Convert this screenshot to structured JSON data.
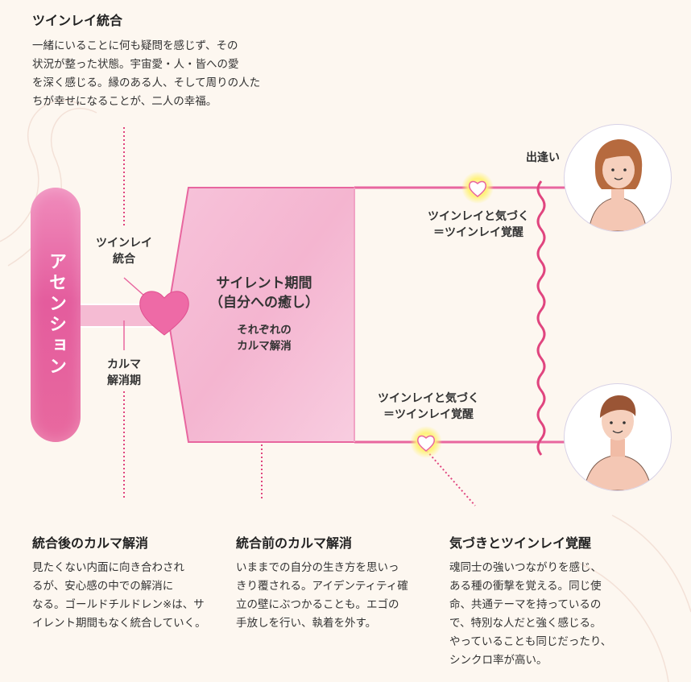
{
  "top": {
    "title": "ツインレイ統合",
    "text": "一緒にいることに何も疑問を感じず、その\n状況が整った状態。宇宙愛・人・皆への愛\nを深く感じる。縁のある人、そして周りの人た\nちが幸せになることが、二人の幸福。"
  },
  "ascension": "アセンション",
  "labels": {
    "integration": "ツインレイ\n統合",
    "karma_period": "カルマ\n解消期",
    "meeting": "出逢い",
    "notice_top": "ツインレイと気づく\n＝ツインレイ覚醒",
    "notice_bottom": "ツインレイと気づく\n＝ツインレイ覚醒"
  },
  "center": {
    "title": "サイレント期間\n（自分への癒し）",
    "subtitle": "それぞれの\nカルマ解消"
  },
  "bottom": [
    {
      "title": "統合後のカルマ解消",
      "text": "見たくない内面に向き合わされ\nるが、安心感の中での解消に\nなる。ゴールドチルドレン※は、サ\nイレント期間もなく統合していく。"
    },
    {
      "title": "統合前のカルマ解消",
      "text": "いままでの自分の生き方を思いっ\nきり覆される。アイデンティティ確\n立の壁にぶつかることも。エゴの\n手放しを行い、執着を外す。"
    },
    {
      "title": "気づきとツインレイ覚醒",
      "text": "魂同士の強いつながりを感じ、\nある種の衝撃を覚える。同じ使\n命、共通テーマを持っているの\nで、特別な人だと強く感じる。\nやっていることも同じだったり、\nシンクロ率が高い。"
    }
  ],
  "colors": {
    "pink": "#e8669f",
    "light_pink": "#f6c6da",
    "dot_pink": "#e0457f",
    "background": "#fdf7f0"
  }
}
